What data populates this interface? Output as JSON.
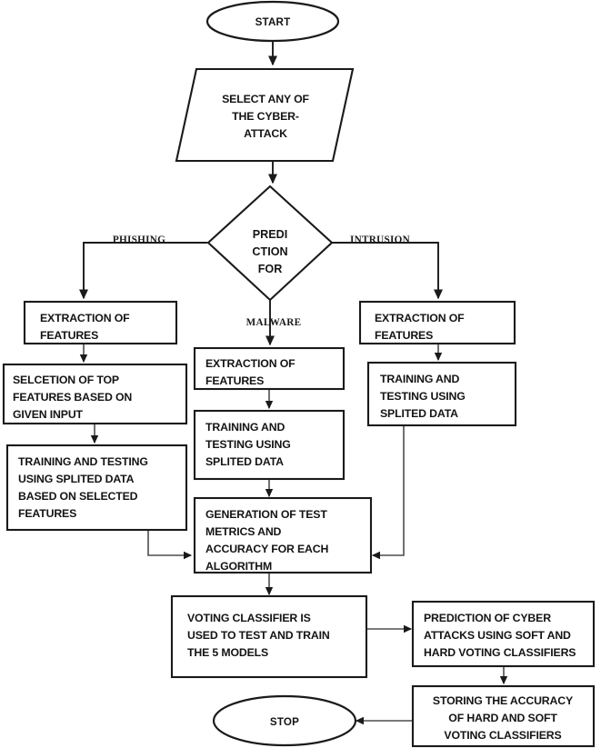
{
  "diagram": {
    "title": "Cyber Attack Prediction Flowchart",
    "type": "flowchart",
    "background_color": "#ffffff",
    "stroke_color": "#1a1a1a",
    "connector_color": "#4d4d4d"
  },
  "nodes": {
    "start": {
      "label": "START",
      "shape": "ellipse"
    },
    "select_attack": {
      "shape": "parallelogram",
      "lines": [
        "SELECT ANY OF",
        "THE CYBER-",
        "ATTACK"
      ]
    },
    "decision": {
      "shape": "diamond",
      "lines": [
        "PREDI",
        "CTION",
        "FOR"
      ]
    },
    "phishing_extraction": {
      "shape": "rect",
      "lines": [
        "EXTRACTION OF",
        "FEATURES"
      ]
    },
    "phishing_selection": {
      "shape": "rect",
      "lines": [
        "SELCETION OF TOP",
        "FEATURES BASED ON",
        "GIVEN INPUT"
      ]
    },
    "phishing_training": {
      "shape": "rect",
      "lines": [
        "TRAINING AND TESTING",
        "USING SPLITED DATA",
        "BASED ON SELECTED",
        "FEATURES"
      ]
    },
    "malware_extraction": {
      "shape": "rect",
      "lines": [
        "EXTRACTION OF",
        "FEATURES"
      ]
    },
    "malware_training": {
      "shape": "rect",
      "lines": [
        "TRAINING AND",
        "TESTING USING",
        "SPLITED DATA"
      ]
    },
    "intrusion_extraction": {
      "shape": "rect",
      "lines": [
        "EXTRACTION OF",
        "FEATURES"
      ]
    },
    "intrusion_training": {
      "shape": "rect",
      "lines": [
        "TRAINING AND",
        "TESTING USING",
        "SPLITED DATA"
      ]
    },
    "generation_metrics": {
      "shape": "rect",
      "lines": [
        "GENERATION OF TEST",
        "METRICS AND",
        "ACCURACY FOR EACH",
        "ALGORITHM"
      ]
    },
    "voting_classifier": {
      "shape": "rect",
      "lines": [
        "VOTING CLASSIFIER IS",
        "USED TO TEST AND TRAIN",
        "THE 5 MODELS"
      ]
    },
    "prediction_cyber": {
      "shape": "rect",
      "lines": [
        "PREDICTION OF CYBER",
        "ATTACKS USING SOFT  AND",
        "HARD VOTING CLASSIFIERS"
      ]
    },
    "storing_accuracy": {
      "shape": "rect",
      "align": "center",
      "lines": [
        "STORING THE ACCURACY",
        "OF HARD AND SOFT",
        "VOTING CLASSIFIERS"
      ]
    },
    "stop": {
      "label": "STOP",
      "shape": "ellipse"
    }
  },
  "edge_labels": {
    "phishing": "PHISHING",
    "intrusion": "INTRUSION",
    "malware": "MALWARE"
  }
}
